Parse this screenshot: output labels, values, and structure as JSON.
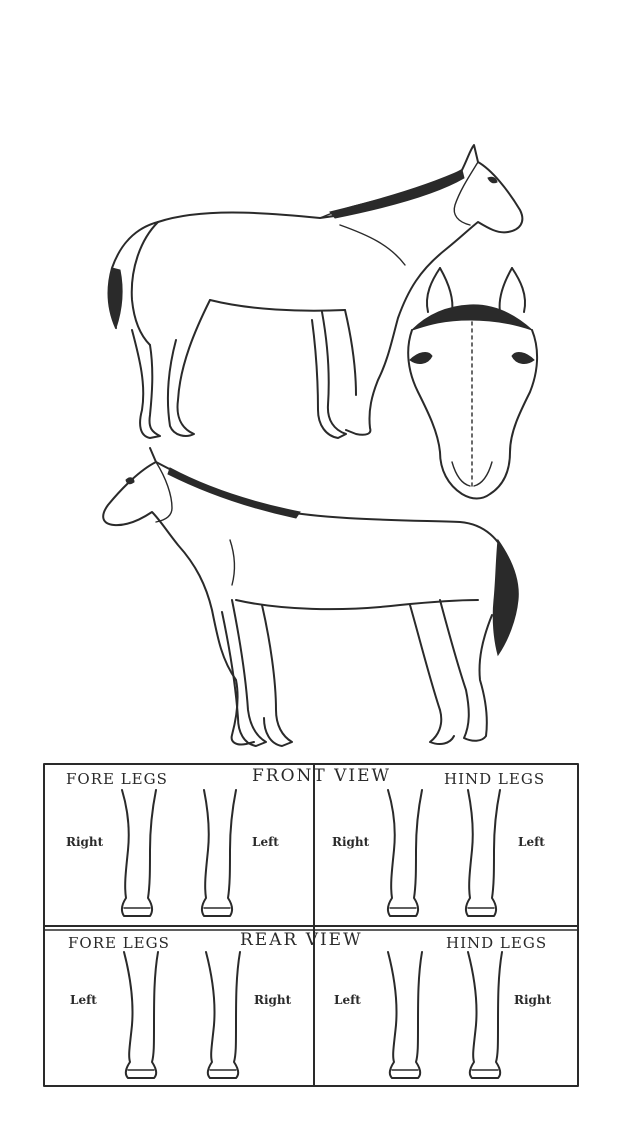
{
  "front_view": {
    "title": "FRONT VIEW",
    "fore_legs_header": "FORE LEGS",
    "hind_legs_header": "HIND LEGS",
    "fore_left_label": "Right",
    "fore_right_label": "Left",
    "hind_left_label": "Right",
    "hind_right_label": "Left"
  },
  "rear_view": {
    "title": "REAR VIEW",
    "fore_legs_header": "FORE LEGS",
    "hind_legs_header": "HIND LEGS",
    "fore_left_label": "Left",
    "fore_right_label": "Right",
    "hind_left_label": "Left",
    "hind_right_label": "Right"
  }
}
